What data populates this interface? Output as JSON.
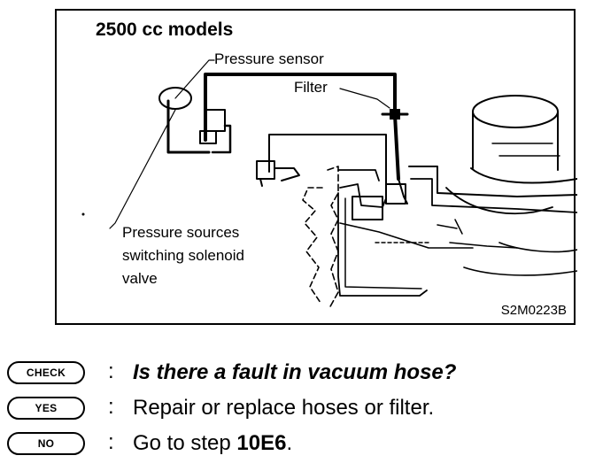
{
  "figure": {
    "title": "2500 cc models",
    "labels": {
      "pressure_sensor": "Pressure sensor",
      "filter": "Filter",
      "solenoid_line1": "Pressure sources",
      "solenoid_line2": "switching solenoid",
      "solenoid_line3": "valve"
    },
    "figure_id": "S2M0223B"
  },
  "steps": {
    "check": {
      "badge": "CHECK",
      "colon": ":",
      "text": "Is there a fault in vacuum hose?"
    },
    "yes": {
      "badge": "YES",
      "colon": ":",
      "text": "Repair or replace hoses or filter."
    },
    "no": {
      "badge": "NO",
      "colon": ":",
      "text_prefix": "Go to step ",
      "step_ref": "10E6",
      "text_suffix": "."
    }
  }
}
